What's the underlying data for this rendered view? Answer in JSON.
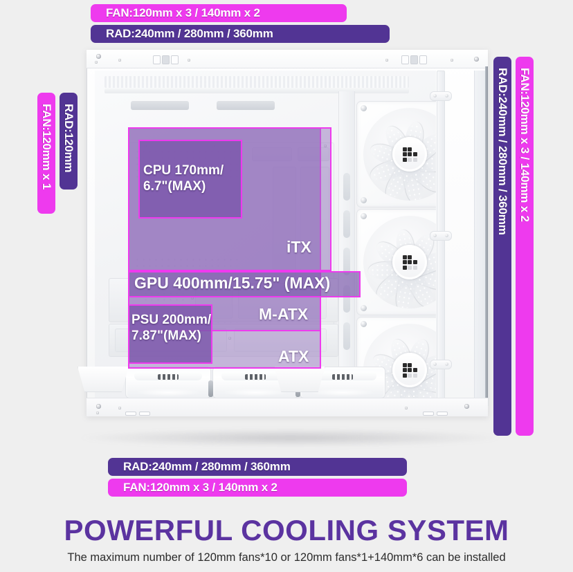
{
  "theme": {
    "magenta": "#ee3aee",
    "purple": "#523494",
    "headline_color": "#5b33a0",
    "background": "#efefef"
  },
  "labels": {
    "top_fan": "FAN:120mm x 3 / 140mm x 2",
    "top_rad": "RAD:240mm / 280mm / 360mm",
    "left_fan": "FAN:120mm x 1",
    "left_rad": "RAD:120mm",
    "right_fan": "FAN:120mm x 3 / 140mm x 2",
    "right_rad": "RAD:240mm / 280mm / 360mm",
    "bottom_rad": "RAD:240mm / 280mm / 360mm",
    "bottom_fan": "FAN:120mm x 3 / 140mm x 2"
  },
  "clearances": {
    "cpu": "CPU 170mm/\n6.7\"(MAX)",
    "cpu_line1": "CPU 170mm/",
    "cpu_line2": "6.7\"(MAX)",
    "gpu": "GPU 400mm/15.75\" (MAX)",
    "psu_line1": "PSU 200mm/",
    "psu_line2": "7.87\"(MAX)"
  },
  "form_factors": {
    "itx": "iTX",
    "matx": "M-ATX",
    "atx": "ATX"
  },
  "footer": {
    "headline": "POWERFUL COOLING SYSTEM",
    "subline": "The maximum number of 120mm fans*10 or 120mm fans*1+140mm*6 can be installed"
  },
  "icons": {
    "fan_hub_logo": "thermalright-logo-icon"
  }
}
